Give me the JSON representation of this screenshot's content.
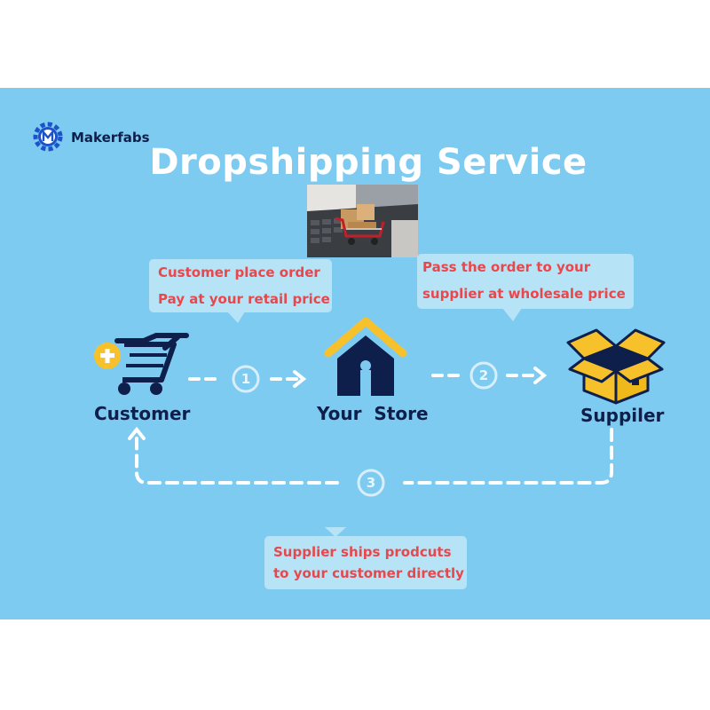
{
  "brand": {
    "name": "Makerfabs",
    "logo_icon": "gear-m-logo-icon"
  },
  "title": "Dropshipping Service",
  "nodes": {
    "customer": {
      "label": "Customer",
      "icon": "shopping-cart-plus-icon"
    },
    "store": {
      "label": "Your  Store",
      "icon": "house-icon"
    },
    "supplier": {
      "label": "Suppiler",
      "icon": "open-box-icon"
    }
  },
  "steps": {
    "s1": {
      "number": "1",
      "lines": [
        "Customer place order",
        "Pay at your retail price"
      ]
    },
    "s2": {
      "number": "2",
      "lines": [
        "Pass the order to your",
        "supplier at wholesale price"
      ]
    },
    "s3": {
      "number": "3",
      "lines": [
        "Supplier ships prodcuts",
        "to your customer directly"
      ]
    }
  },
  "colors": {
    "panel": "#7ecbf2",
    "navy": "#0d1f4a",
    "accent_yellow": "#f7c12c",
    "bubble": "#b7e3f7",
    "bubble_text": "#e8474c",
    "connector": "#ffffff"
  }
}
